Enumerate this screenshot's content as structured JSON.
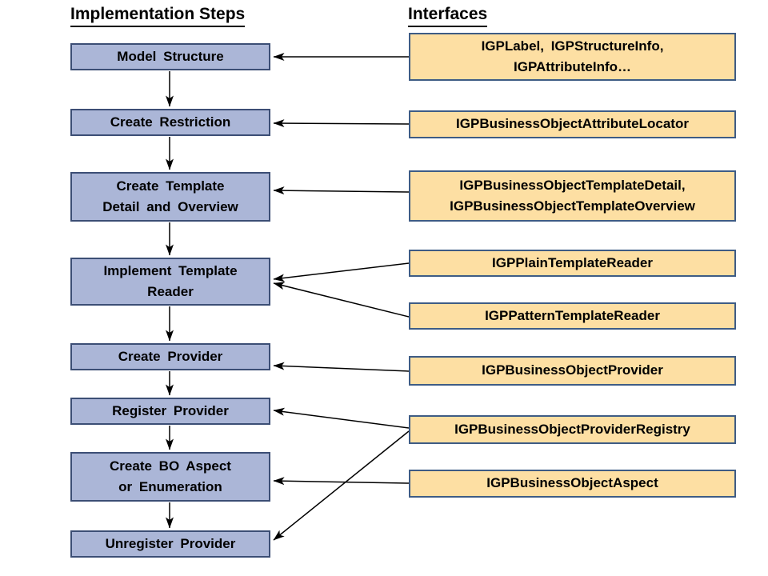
{
  "headers": {
    "left": "Implementation Steps",
    "right": "Interfaces"
  },
  "steps": [
    {
      "label": "Model Structure"
    },
    {
      "label": "Create Restriction"
    },
    {
      "label": "Create Template\nDetail and Overview"
    },
    {
      "label": "Implement Template\nReader"
    },
    {
      "label": "Create Provider"
    },
    {
      "label": "Register Provider"
    },
    {
      "label": "Create BO Aspect\nor Enumeration"
    },
    {
      "label": "Unregister Provider"
    }
  ],
  "interfaces": [
    {
      "label": "IGPLabel, IGPStructureInfo,\nIGPAttributeInfo…"
    },
    {
      "label": "IGPBusinessObjectAttributeLocator"
    },
    {
      "label": "IGPBusinessObjectTemplateDetail,\nIGPBusinessObjectTemplateOverview"
    },
    {
      "label": "IGPPlainTemplateReader"
    },
    {
      "label": "IGPPatternTemplateReader"
    },
    {
      "label": "IGPBusinessObjectProvider"
    },
    {
      "label": "IGPBusinessObjectProviderRegistry"
    },
    {
      "label": "IGPBusinessObjectAspect"
    }
  ],
  "connections": {
    "step_flow": [
      "Model Structure → Create Restriction",
      "Create Restriction → Create Template Detail and Overview",
      "Create Template Detail and Overview → Implement Template Reader",
      "Implement Template Reader → Create Provider",
      "Create Provider → Register Provider",
      "Register Provider → Create BO Aspect or Enumeration",
      "Create BO Aspect or Enumeration → Unregister Provider"
    ],
    "interface_to_step": [
      "IGPLabel, IGPStructureInfo, IGPAttributeInfo… → Model Structure",
      "IGPBusinessObjectAttributeLocator → Create Restriction",
      "IGPBusinessObjectTemplateDetail, IGPBusinessObjectTemplateOverview → Create Template Detail and Overview",
      "IGPPlainTemplateReader → Implement Template Reader",
      "IGPPatternTemplateReader → Implement Template Reader",
      "IGPBusinessObjectProvider → Create Provider",
      "IGPBusinessObjectProviderRegistry → Register Provider",
      "IGPBusinessObjectProviderRegistry → Unregister Provider",
      "IGPBusinessObjectAspect → Create BO Aspect or Enumeration"
    ]
  },
  "colors": {
    "step_fill": "#abb6d7",
    "step_border": "#3c4e75",
    "interface_fill": "#fddfa3",
    "interface_border": "#3e5c85",
    "arrow": "#000000",
    "text": "#000000",
    "background": "#ffffff"
  }
}
